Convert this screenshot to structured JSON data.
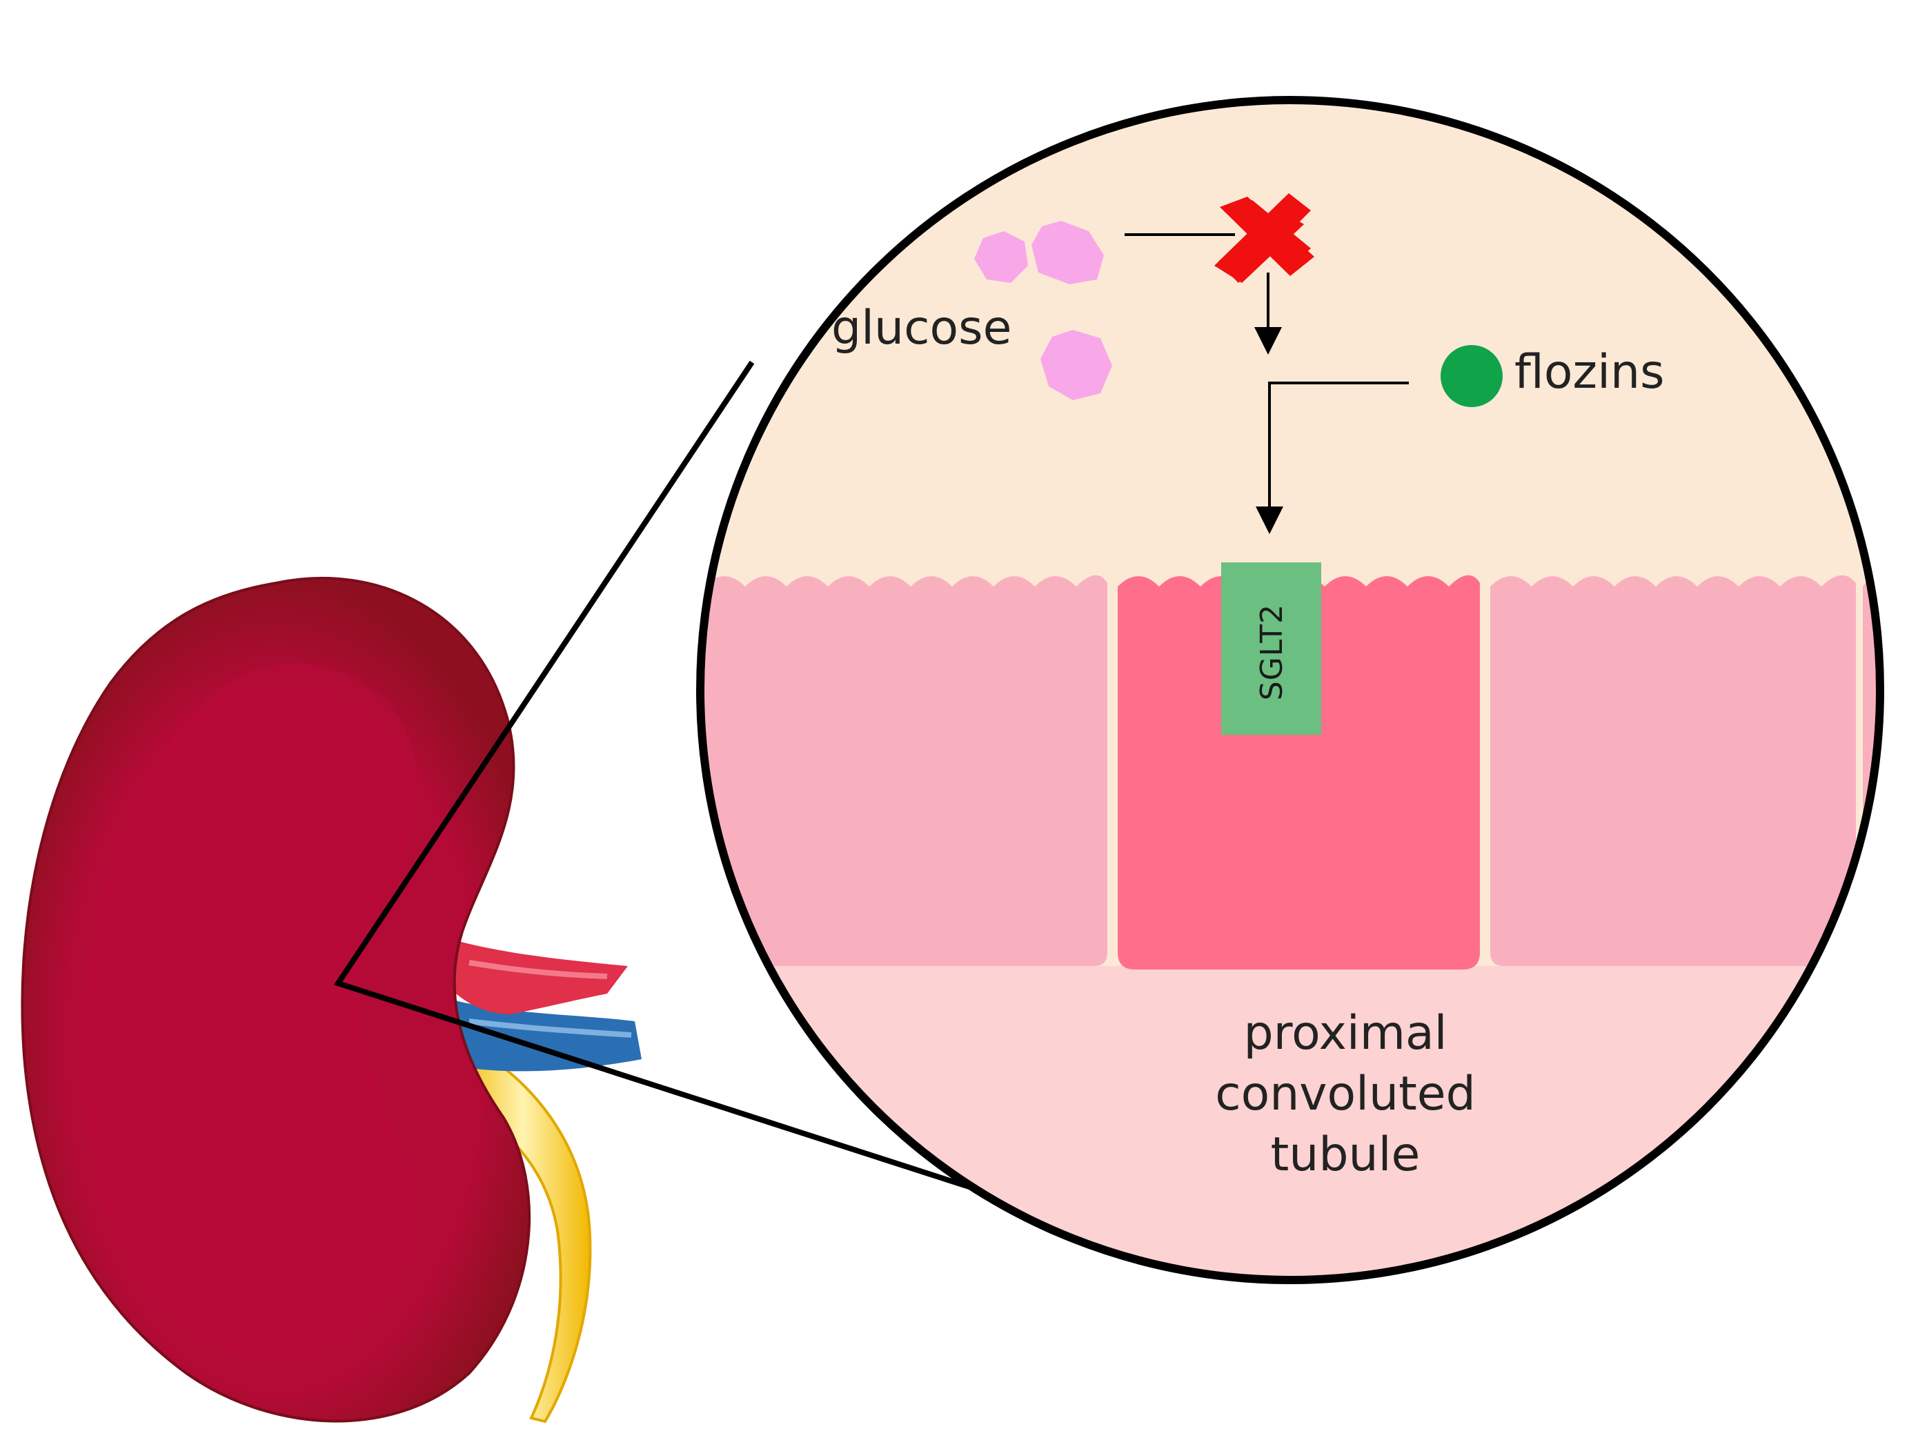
{
  "labels": {
    "glucose": "glucose",
    "flozins": "flozins",
    "transporter": "SGLT2",
    "region_line1": "proximal",
    "region_line2": "convoluted",
    "region_line3": "tubule"
  },
  "colors": {
    "kidney_outer": "#8e1020",
    "kidney_inner": "#b40a36",
    "artery": "#e0304a",
    "vein": "#2a6fb4",
    "ureter": "#f6c81c",
    "lumen_background": "#fbe9d6",
    "cell_light": "#f9b0be",
    "cell_highlight": "#ff6f8c",
    "basal_region": "#fcd2d2",
    "sglt2_box": "#6bbf80",
    "glucose_hexagon": "#f8a8e8",
    "flozin_dot": "#11a34a",
    "block_cross": "#f01010",
    "outline": "#000000"
  },
  "icons": {
    "glucose_molecule": "hexagon",
    "flozin_molecule": "filled-circle",
    "inhibition_mark": "red-x-cross"
  }
}
